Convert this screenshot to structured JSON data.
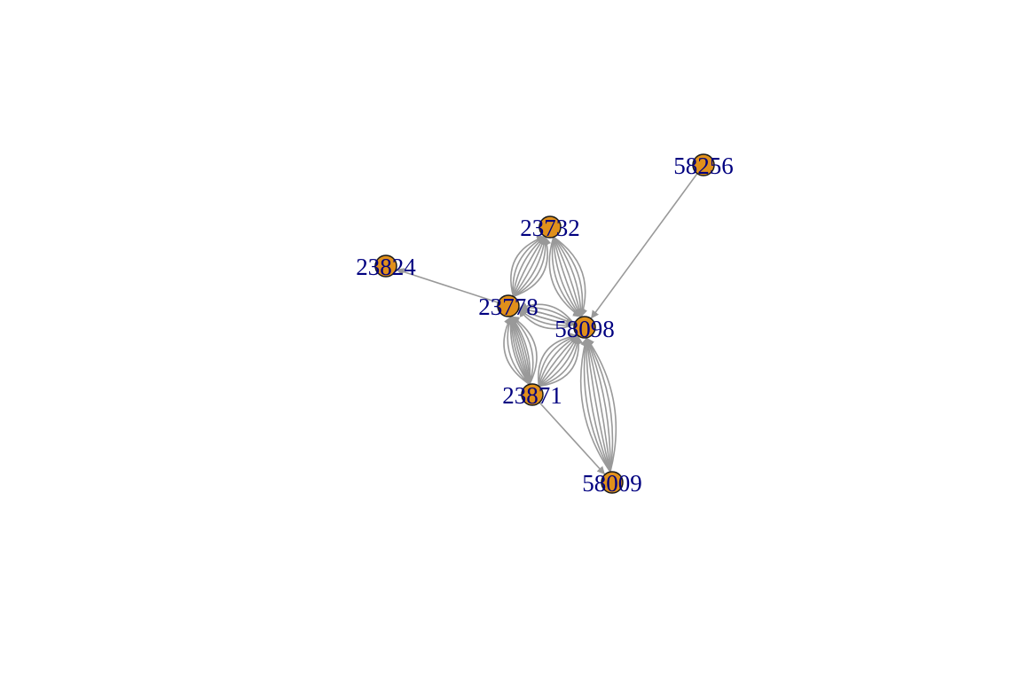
{
  "diagram": {
    "type": "directed-network",
    "colors": {
      "background": "#ffffff",
      "node_fill": "#e0901b",
      "node_stroke": "#1a1a1a",
      "edge": "#999999",
      "label": "#000080"
    },
    "nodes": [
      {
        "id": "58256",
        "label": "58256"
      },
      {
        "id": "23732",
        "label": "23732"
      },
      {
        "id": "23824",
        "label": "23824"
      },
      {
        "id": "23778",
        "label": "23778"
      },
      {
        "id": "58098",
        "label": "58098"
      },
      {
        "id": "23871",
        "label": "23871"
      },
      {
        "id": "58009",
        "label": "58009"
      }
    ],
    "edges": [
      {
        "from": "58256",
        "to": "58098",
        "count": 1
      },
      {
        "from": "23778",
        "to": "23824",
        "count": 1
      },
      {
        "from": "23871",
        "to": "58009",
        "count": 1
      },
      {
        "from": "23778",
        "to": "23732",
        "count": 8
      },
      {
        "from": "23732",
        "to": "58098",
        "count": 8
      },
      {
        "from": "23778",
        "to": "58098",
        "count": 2
      },
      {
        "from": "58098",
        "to": "23778",
        "count": 6
      },
      {
        "from": "23871",
        "to": "23778",
        "count": 8
      },
      {
        "from": "23778",
        "to": "23871",
        "count": 3
      },
      {
        "from": "23871",
        "to": "58098",
        "count": 8
      },
      {
        "from": "58009",
        "to": "58098",
        "count": 8
      }
    ]
  }
}
